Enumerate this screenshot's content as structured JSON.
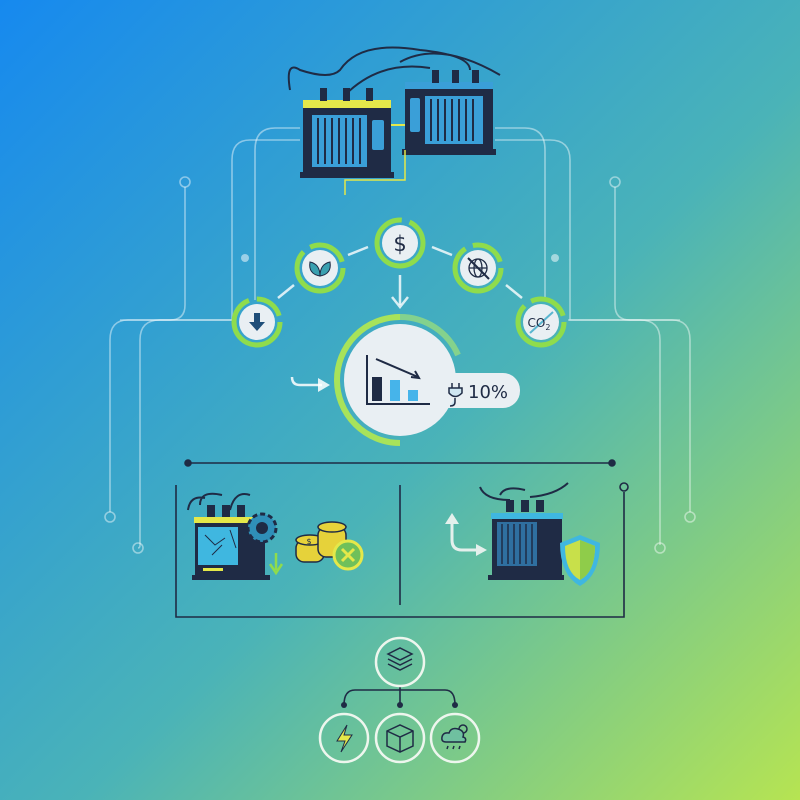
{
  "colors": {
    "background_start": "#1689ef",
    "background_end": "#b6e452",
    "accent_green": "#8fdc4c",
    "navy": "#1f2b45",
    "panel_blue": "#3a9fd8",
    "yellow": "#e4e84a"
  },
  "top": {
    "icon": "transformers-icon"
  },
  "nodes": [
    {
      "icon": "down-arrow-icon"
    },
    {
      "icon": "leaf-icon"
    },
    {
      "icon": "dollar-icon",
      "label": "$"
    },
    {
      "icon": "no-globe-icon"
    },
    {
      "icon": "co2-icon",
      "label": "CO",
      "subscript": "2"
    }
  ],
  "center": {
    "icon": "declining-bar-chart-icon",
    "badge_icon": "plug-icon",
    "badge_value": "10%"
  },
  "panels": {
    "left": {
      "icons": [
        "damaged-transformer-icon",
        "gear-icon",
        "coins-icon",
        "cancel-icon"
      ],
      "coin_label": "$"
    },
    "right": {
      "icons": [
        "turn-arrow-icon",
        "transformer-icon",
        "shield-icon"
      ]
    }
  },
  "tree": {
    "root_icon": "layers-icon",
    "children": [
      {
        "icon": "lightning-icon"
      },
      {
        "icon": "box-icon"
      },
      {
        "icon": "weather-icon"
      }
    ]
  }
}
